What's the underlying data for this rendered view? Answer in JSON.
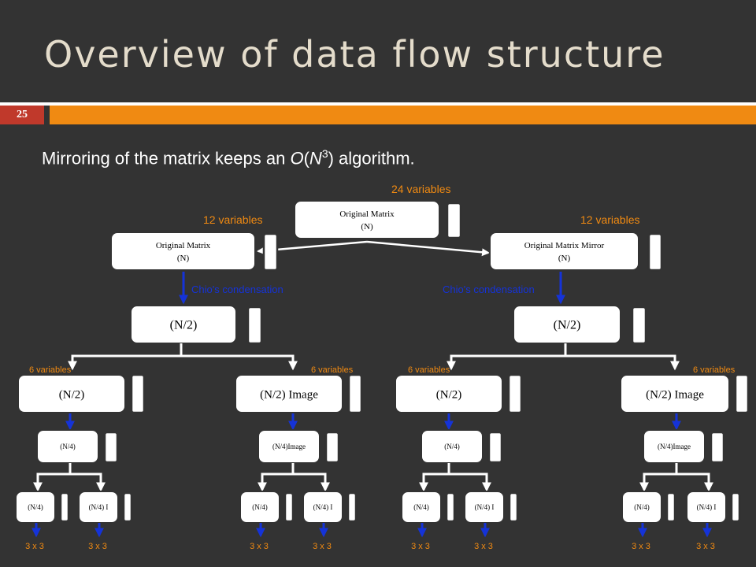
{
  "slide": {
    "title": "Overview of data flow structure",
    "page_number": "25",
    "subtitle_parts": [
      "Mirroring of the matrix keeps an ",
      "O",
      "(",
      "N",
      "3",
      ") algorithm."
    ]
  },
  "colors": {
    "background": "#333333",
    "accent": "#f08a12",
    "arrow": "#1533d8",
    "page_badge": "#c0392b"
  },
  "diagram": {
    "root": {
      "line1": "Original Matrix",
      "line2": "(N)",
      "label": "24 variables"
    },
    "left_top": {
      "line1": "Original Matrix",
      "line2": "(N)",
      "label": "12 variables",
      "step": "Chio's condensation"
    },
    "right_top": {
      "line1": "Original Matrix Mirror",
      "line2": "(N)",
      "label": "12 variables",
      "step": "Chio's condensation"
    },
    "level2": {
      "label": "(N/2)"
    },
    "level3": {
      "plain": "(N/2)",
      "image": "(N/2) Image",
      "vars": "6 variables"
    },
    "level4": {
      "plain": "(N/4)",
      "image": "(N/4)Image"
    },
    "level5": {
      "plain": "(N/4)",
      "image": "(N/4) I"
    },
    "leaf": "3 x 3"
  }
}
